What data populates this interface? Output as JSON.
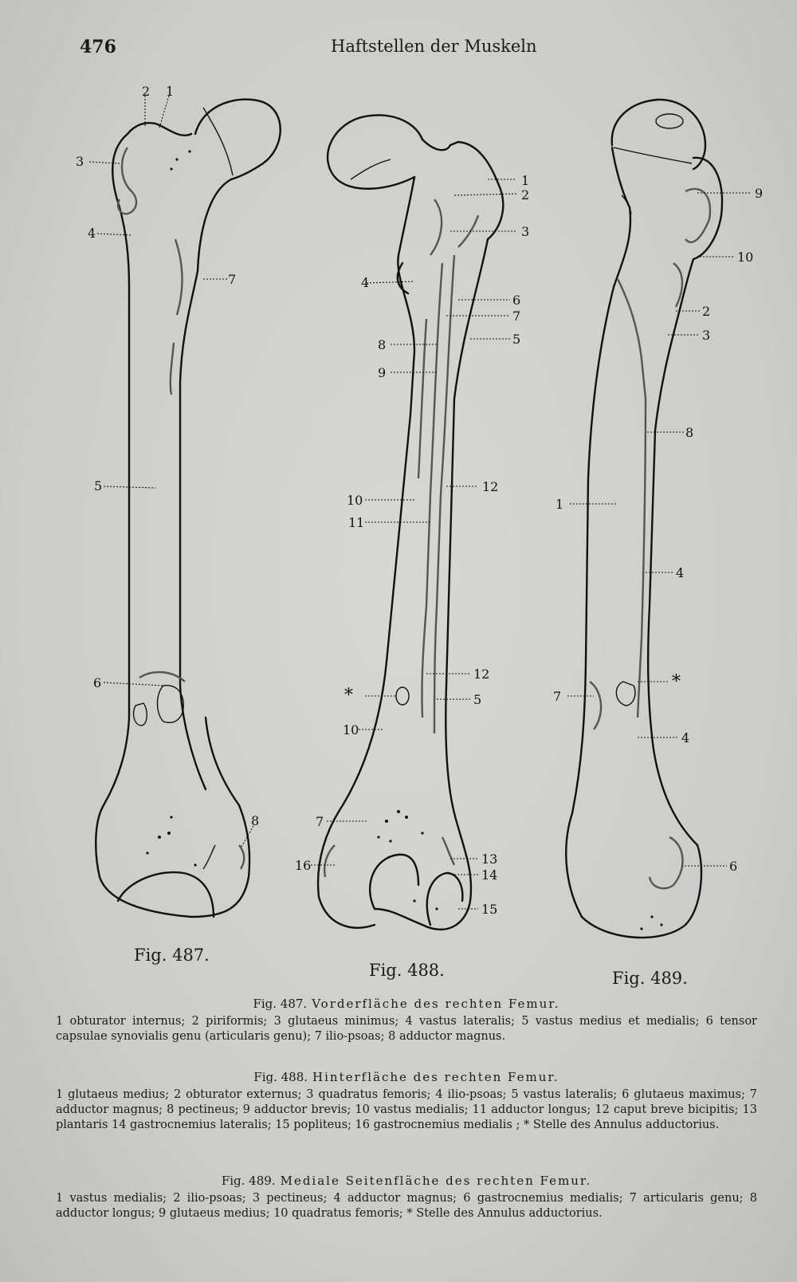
{
  "header": {
    "page_number": "476",
    "running_title": "Haftstellen der Muskeln"
  },
  "figures": {
    "fig487": {
      "caption": "Fig. 487.",
      "labels": [
        "2",
        "1",
        "3",
        "4",
        "7",
        "5",
        "6",
        "8"
      ]
    },
    "fig488": {
      "caption": "Fig. 488.",
      "labels": [
        "1",
        "2",
        "3",
        "4",
        "6",
        "7",
        "5",
        "8",
        "9",
        "12",
        "10",
        "11",
        "12",
        "*",
        "5",
        "10",
        "7",
        "16",
        "13",
        "14",
        "15"
      ]
    },
    "fig489": {
      "caption": "Fig. 489.",
      "labels": [
        "9",
        "10",
        "2",
        "3",
        "8",
        "1",
        "4",
        "7",
        "*",
        "4",
        "6"
      ]
    }
  },
  "captions": [
    {
      "num": "Fig. 487.",
      "title": "Vorderfläche des rechten Femur.",
      "text": "1 obturator internus; 2 piriformis; 3 glutaeus minimus; 4 vastus lateralis; 5 vastus medius et medialis; 6 tensor capsulae synovialis genu (articularis genu); 7 ilio-psoas; 8 adductor magnus."
    },
    {
      "num": "Fig. 488.",
      "title": "Hinterfläche des rechten Femur.",
      "text": "1 glutaeus medius; 2 obturator externus; 3 quadratus femoris; 4 ilio-psoas; 5 vastus lateralis; 6 glutaeus maximus; 7 adductor magnus; 8 pectineus; 9 adductor brevis; 10 vastus medialis; 11 adductor longus; 12 caput breve bicipitis; 13 plantaris 14 gastrocnemius lateralis; 15 popliteus; 16 gastrocnemius medialis ; * Stelle des Annulus adductorius."
    },
    {
      "num": "Fig. 489.",
      "title": "Mediale Seitenfläche des rechten Femur.",
      "text": "1 vastus medialis; 2 ilio-psoas; 3 pectineus; 4 adductor magnus; 6 gastrocnemius medialis; 7 articularis genu; 8 adductor longus; 9 glutaeus medius; 10 quadratus femoris; * Stelle des Annulus adductorius."
    }
  ]
}
